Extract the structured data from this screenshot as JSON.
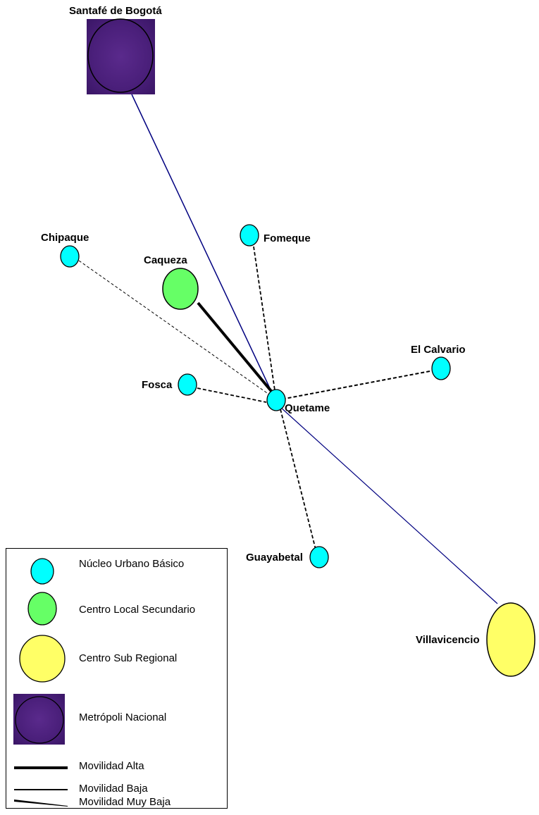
{
  "nodes": {
    "bogota": {
      "label": "Santafé de Bogotá",
      "category": "Metrópoli Nacional"
    },
    "chipaque": {
      "label": "Chipaque",
      "category": "Núcleo Urbano Básico"
    },
    "caqueza": {
      "label": "Caqueza",
      "category": "Centro Local Secundario"
    },
    "fomeque": {
      "label": "Fomeque",
      "category": "Núcleo Urbano Básico"
    },
    "el_calvario": {
      "label": "El Calvario",
      "category": "Núcleo Urbano Básico"
    },
    "fosca": {
      "label": "Fosca",
      "category": "Núcleo Urbano Básico"
    },
    "quetame": {
      "label": "Quetame",
      "category": "Núcleo Urbano Básico"
    },
    "guayabetal": {
      "label": "Guayabetal",
      "category": "Núcleo Urbano Básico"
    },
    "villavicencio": {
      "label": "Villavicencio",
      "category": "Centro Sub Regional"
    }
  },
  "edges": [
    {
      "from": "Santafé de Bogotá",
      "to": "Quetame",
      "style": "road"
    },
    {
      "from": "Quetame",
      "to": "Villavicencio",
      "style": "road"
    },
    {
      "from": "Caqueza",
      "to": "Quetame",
      "style": "Movilidad Alta"
    },
    {
      "from": "Chipaque",
      "to": "Quetame",
      "style": "Movilidad Muy Baja"
    },
    {
      "from": "Fomeque",
      "to": "Quetame",
      "style": "Movilidad Baja"
    },
    {
      "from": "El Calvario",
      "to": "Quetame",
      "style": "Movilidad Baja"
    },
    {
      "from": "Fosca",
      "to": "Quetame",
      "style": "Movilidad Baja"
    },
    {
      "from": "Guayabetal",
      "to": "Quetame",
      "style": "Movilidad Baja"
    }
  ],
  "legend": {
    "nucleo": "Núcleo Urbano Básico",
    "centro_local": "Centro Local Secundario",
    "centro_sub": "Centro Sub Regional",
    "metropoli": "Metrópoli Nacional",
    "mov_alta": "Movilidad Alta",
    "mov_baja": "Movilidad Baja",
    "mov_muy_baja": "Movilidad Muy Baja"
  },
  "colors": {
    "nucleo": "#00ffff",
    "centro_local": "#66ff66",
    "centro_sub": "#ffff66",
    "metropoli": "#4a1f7a",
    "road": "#000080"
  }
}
